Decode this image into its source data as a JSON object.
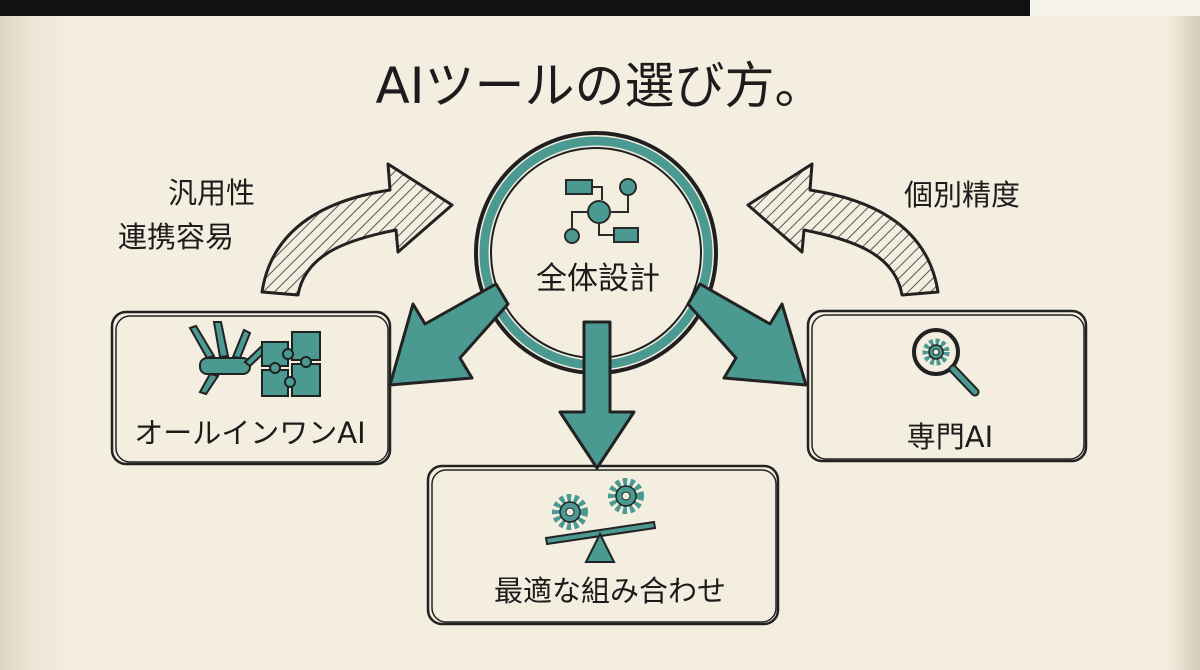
{
  "title": "AIツールの選び方。",
  "notes": {
    "left_line1": "汎用性",
    "left_line2": "連携容易",
    "right": "個別精度"
  },
  "center": {
    "label": "全体設計",
    "icon": "flowchart-icon"
  },
  "boxes": {
    "all_in_one": {
      "label": "オールインワンAI",
      "icons": [
        "multitool-icon",
        "puzzle-icon"
      ]
    },
    "specialized": {
      "label": "専門AI",
      "icon": "magnifier-gear-icon"
    },
    "combination": {
      "label": "最適な組み合わせ",
      "icon": "gears-balance-icon"
    }
  },
  "colors": {
    "accent": "#4a9a92",
    "ink": "#1c1c1c",
    "paper": "#f3eedf"
  }
}
